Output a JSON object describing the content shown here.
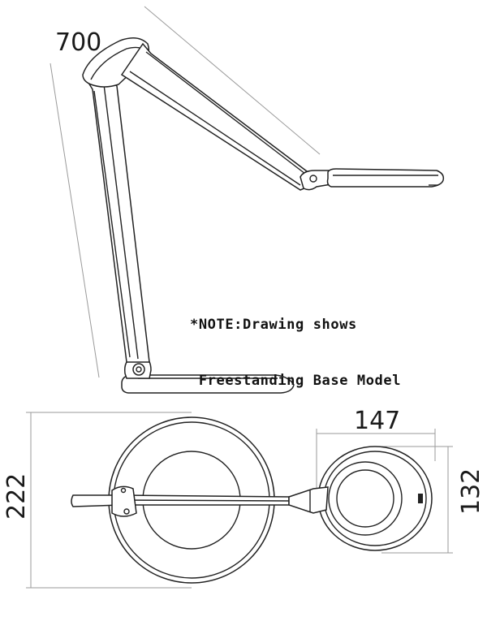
{
  "dimensions": {
    "arm_length": "700",
    "head_width": "147",
    "base_diameter": "222",
    "head_depth": "132"
  },
  "note": {
    "line1": "*NOTE:Drawing shows",
    "line2": " Freestanding Base Model"
  },
  "colors": {
    "line": "#222222",
    "dimension_line": "#9a9a9a"
  }
}
